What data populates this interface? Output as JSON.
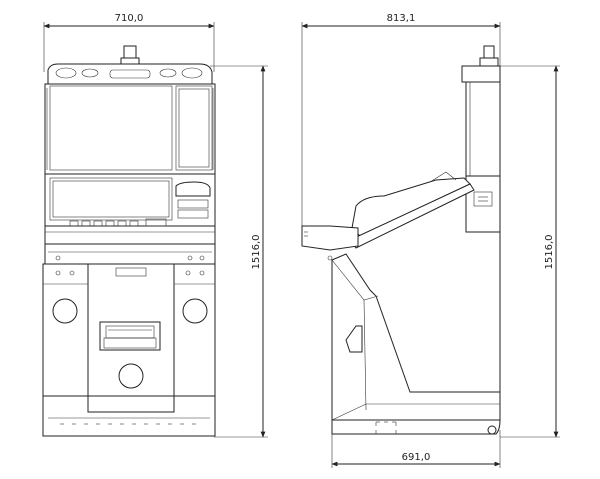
{
  "front_view": {
    "width_label": "710,0",
    "height_label": "1516,0"
  },
  "side_view": {
    "depth_top_label": "813,1",
    "height_label": "1516,0",
    "depth_base_label": "691,0"
  }
}
